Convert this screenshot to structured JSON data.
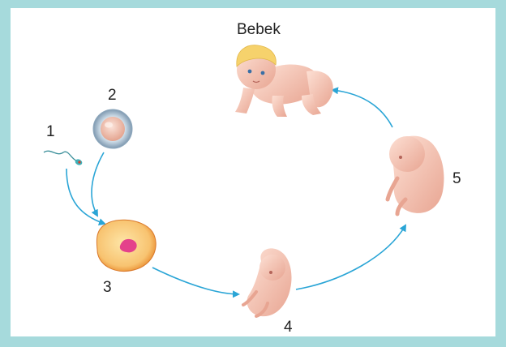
{
  "diagram": {
    "stage_labels": {
      "baby": "Bebek",
      "sperm": "1",
      "egg": "2",
      "zygote": "3",
      "embryo": "4",
      "fetus": "5"
    }
  }
}
